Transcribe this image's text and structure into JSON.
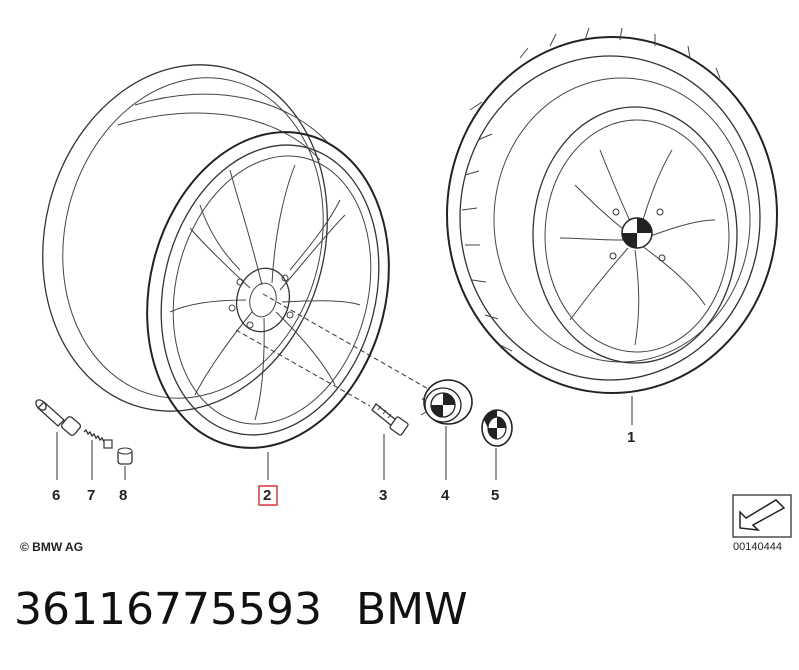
{
  "callouts": {
    "c1": "1",
    "c2": "2",
    "c3": "3",
    "c4": "4",
    "c5": "5",
    "c6": "6",
    "c7": "7",
    "c8": "8"
  },
  "highlight_color": "#d9363e",
  "copyright": "© BMW AG",
  "reference_number": "00140444",
  "part_number": "36116775593",
  "brand": "BMW"
}
